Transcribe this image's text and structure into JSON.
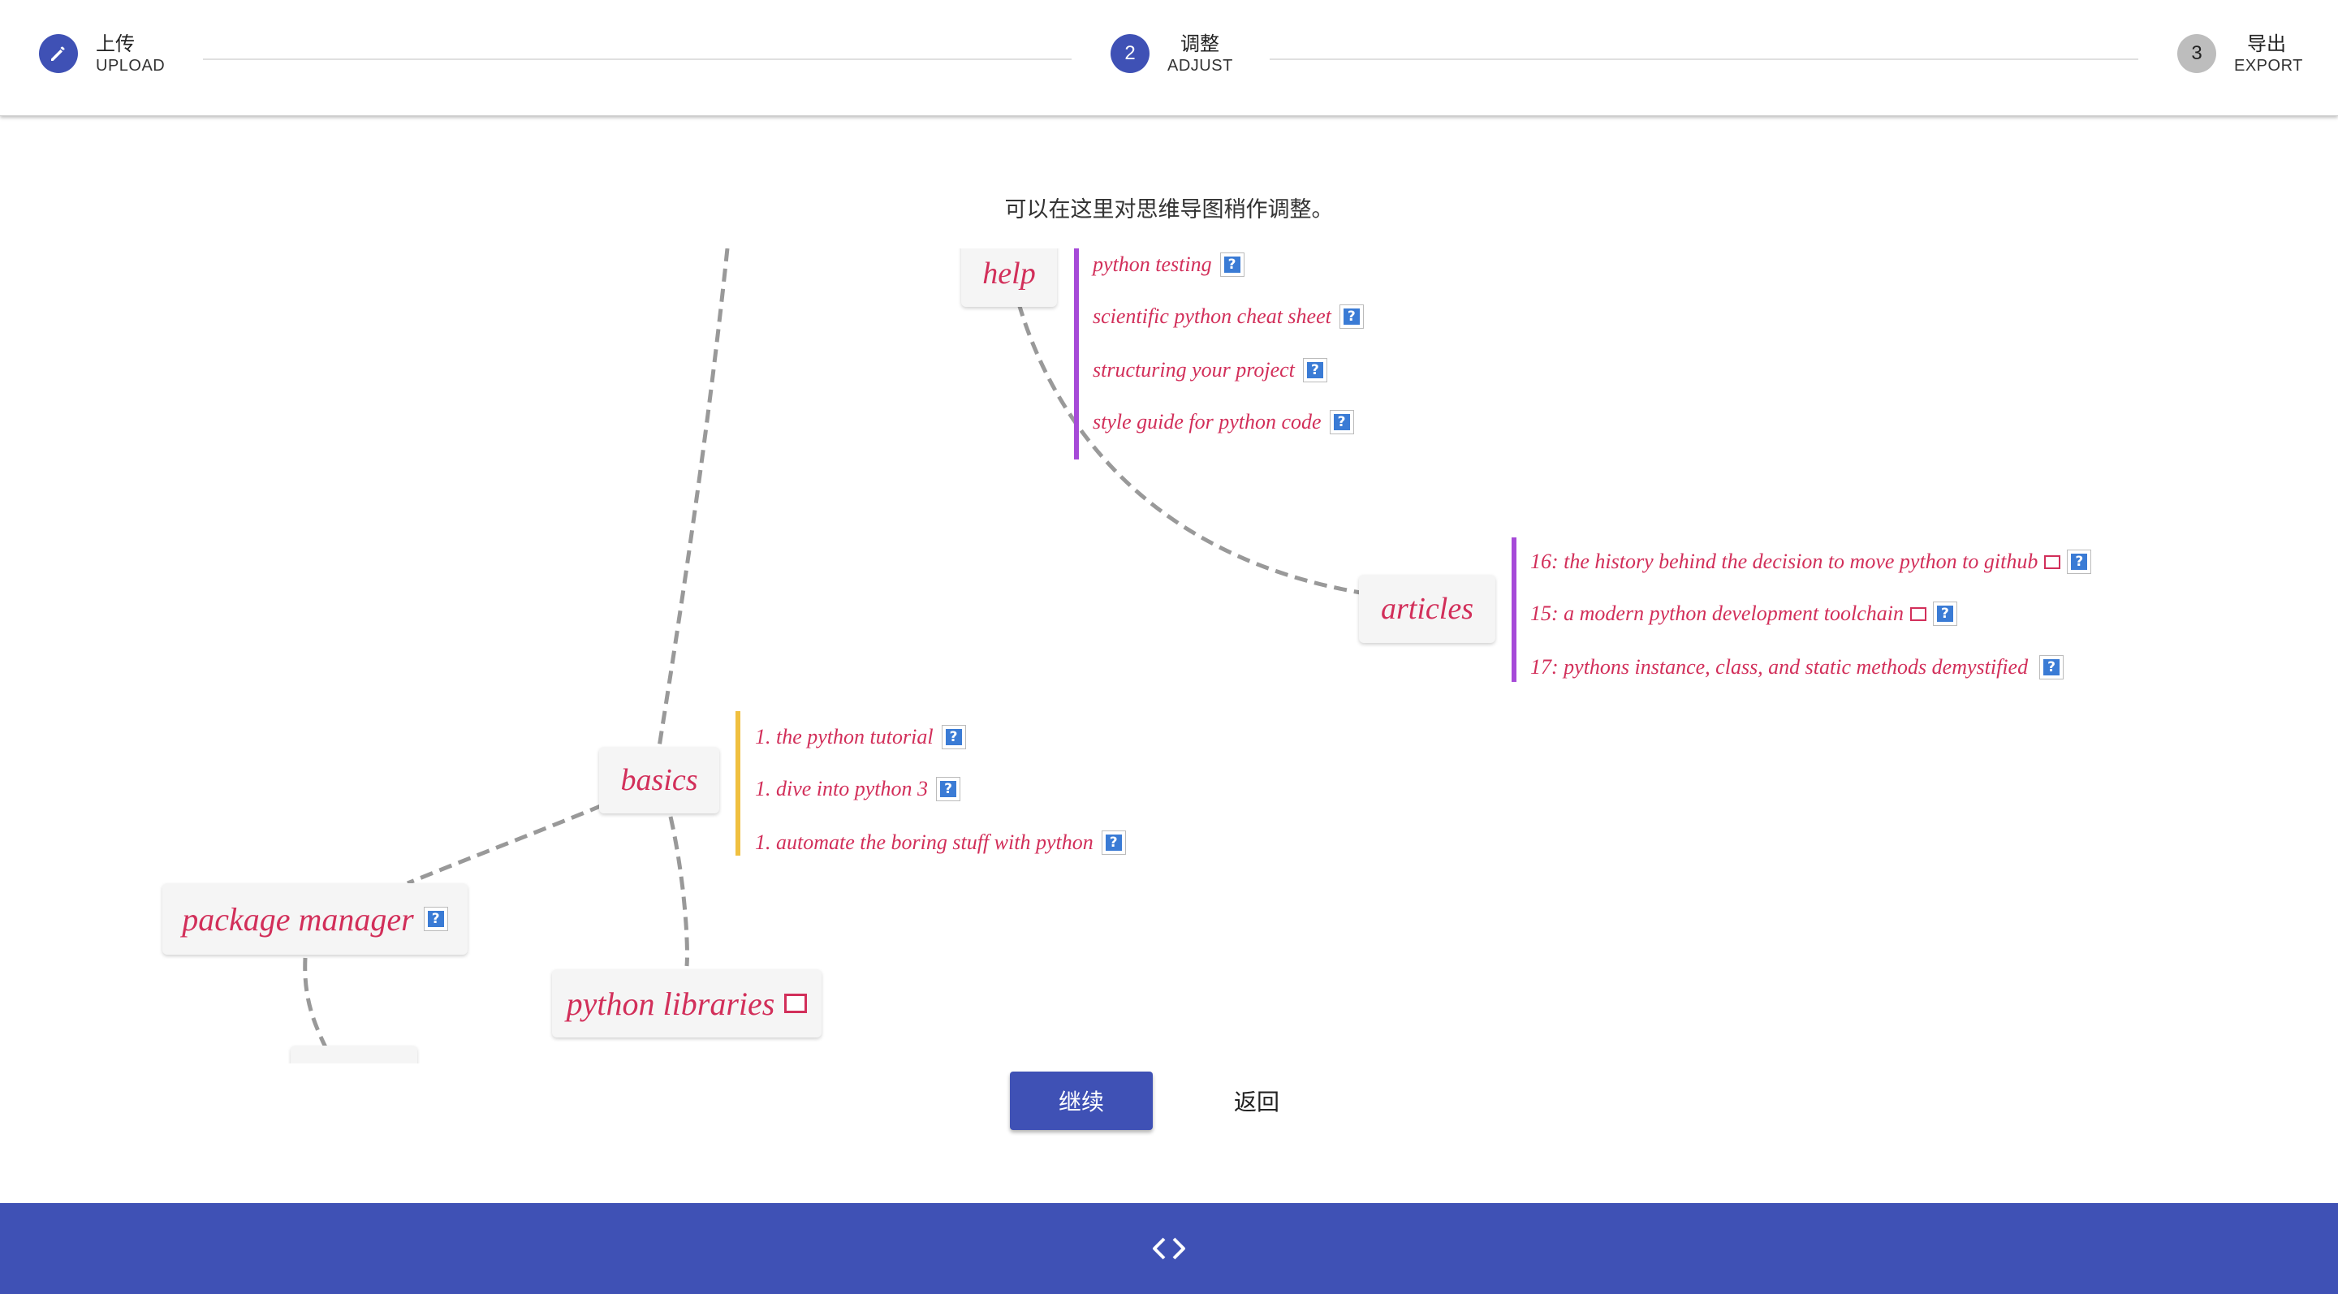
{
  "stepper": {
    "steps": [
      {
        "number": "",
        "title": "上传",
        "subtitle": "UPLOAD",
        "state": "done",
        "icon": "pencil-icon"
      },
      {
        "number": "2",
        "title": "调整",
        "subtitle": "ADJUST",
        "state": "active"
      },
      {
        "number": "3",
        "title": "导出",
        "subtitle": "EXPORT",
        "state": "inactive"
      }
    ]
  },
  "instruction": "可以在这里对思维导图稍作调整。",
  "mindmap": {
    "nodes": {
      "help": "help",
      "articles": "articles",
      "basics": "basics",
      "package_manager": "package manager",
      "python_libraries": "python libraries"
    },
    "help_items": [
      "python testing",
      "scientific python cheat sheet",
      "structuring your project",
      "style guide for python code"
    ],
    "article_items": [
      "16: the history behind the decision to move python to github",
      "15: a modern python development toolchain",
      "17: pythons instance, class, and static methods demystified"
    ],
    "basics_items": [
      "1. the python tutorial",
      "1. dive into python 3",
      "1. automate the boring stuff with python"
    ],
    "colors": {
      "node_text": "#d22f5a",
      "help_branch": "#a64ad8",
      "articles_branch": "#a64ad8",
      "basics_branch": "#f0c040",
      "connector": "#999999"
    }
  },
  "actions": {
    "continue_label": "继续",
    "back_label": "返回"
  },
  "footer": {
    "icon": "code-icon"
  },
  "theme": {
    "primary": "#3f51b5"
  }
}
